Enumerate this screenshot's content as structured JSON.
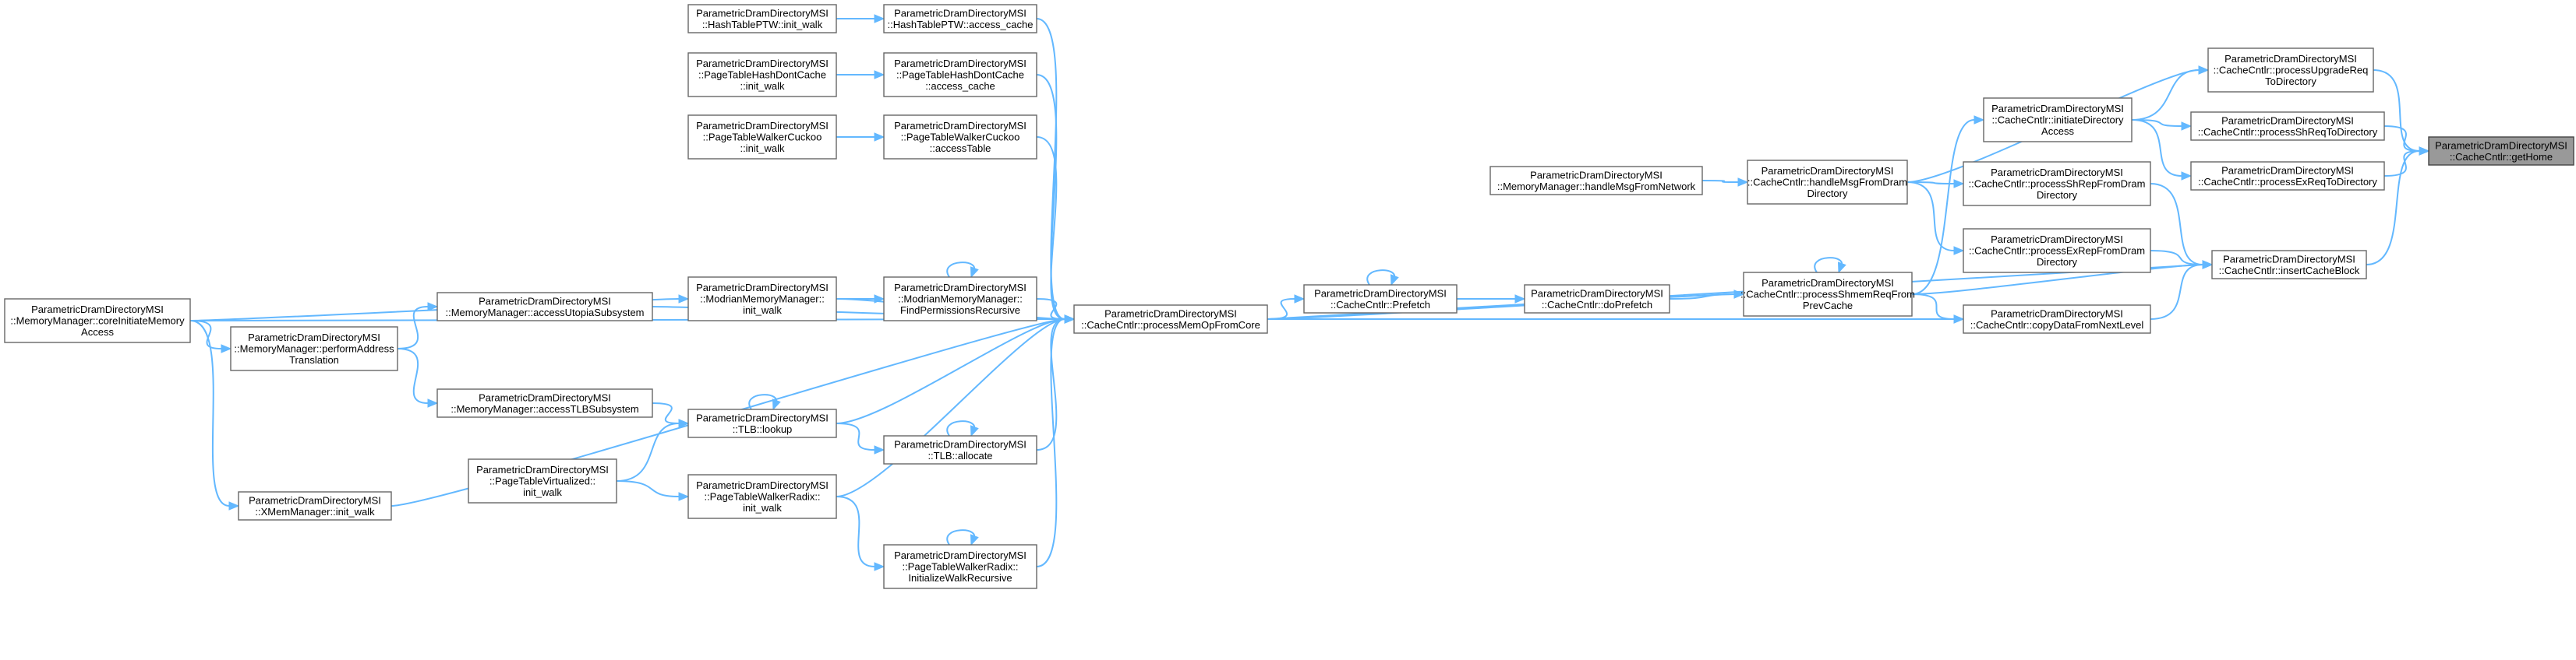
{
  "colors": {
    "edge": "#63b8ff",
    "node_border": "#666666",
    "root_fill": "#999999"
  },
  "nodes": {
    "getHome": [
      "ParametricDramDirectoryMSI",
      "::CacheCntlr::getHome"
    ],
    "processUpgradeReq": [
      "ParametricDramDirectoryMSI",
      "::CacheCntlr::processUpgradeReq",
      "ToDirectory"
    ],
    "processShReqToDir": [
      "ParametricDramDirectoryMSI",
      "::CacheCntlr::processShReqToDirectory"
    ],
    "processExReqToDir": [
      "ParametricDramDirectoryMSI",
      "::CacheCntlr::processExReqToDirectory"
    ],
    "insertCacheBlock": [
      "ParametricDramDirectoryMSI",
      "::CacheCntlr::insertCacheBlock"
    ],
    "initiateDirAccess": [
      "ParametricDramDirectoryMSI",
      "::CacheCntlr::initiateDirectory",
      "Access"
    ],
    "processShRep": [
      "ParametricDramDirectoryMSI",
      "::CacheCntlr::processShRepFromDram",
      "Directory"
    ],
    "processExRep": [
      "ParametricDramDirectoryMSI",
      "::CacheCntlr::processExRepFromDram",
      "Directory"
    ],
    "copyDataFromNextLevel": [
      "ParametricDramDirectoryMSI",
      "::CacheCntlr::copyDataFromNextLevel"
    ],
    "handleMsgFromDram": [
      "ParametricDramDirectoryMSI",
      "::CacheCntlr::handleMsgFromDram",
      "Directory"
    ],
    "processShmemReq": [
      "ParametricDramDirectoryMSI",
      "::CacheCntlr::processShmemReqFrom",
      "PrevCache"
    ],
    "handleMsgFromNetwork": [
      "ParametricDramDirectoryMSI",
      "::MemoryManager::handleMsgFromNetwork"
    ],
    "doPrefetch": [
      "ParametricDramDirectoryMSI",
      "::CacheCntlr::doPrefetch"
    ],
    "prefetch": [
      "ParametricDramDirectoryMSI",
      "::CacheCntlr::Prefetch"
    ],
    "processMemOp": [
      "ParametricDramDirectoryMSI",
      "::CacheCntlr::processMemOpFromCore"
    ],
    "hashAccessCache": [
      "ParametricDramDirectoryMSI",
      "::HashTablePTW::access_cache"
    ],
    "hashInitWalk": [
      "ParametricDramDirectoryMSI",
      "::HashTablePTW::init_walk"
    ],
    "ptHashDontAccess": [
      "ParametricDramDirectoryMSI",
      "::PageTableHashDontCache",
      "::access_cache"
    ],
    "ptHashDontInit": [
      "ParametricDramDirectoryMSI",
      "::PageTableHashDontCache",
      "::init_walk"
    ],
    "cuckooAccessTable": [
      "ParametricDramDirectoryMSI",
      "::PageTableWalkerCuckoo",
      "::accessTable"
    ],
    "cuckooInit": [
      "ParametricDramDirectoryMSI",
      "::PageTableWalkerCuckoo",
      "::init_walk"
    ],
    "modrianFindPerm": [
      "ParametricDramDirectoryMSI",
      "::ModrianMemoryManager::",
      "FindPermissionsRecursive"
    ],
    "modrianInit": [
      "ParametricDramDirectoryMSI",
      "::ModrianMemoryManager::",
      "init_walk"
    ],
    "coreInitiate": [
      "ParametricDramDirectoryMSI",
      "::MemoryManager::coreInitiateMemory",
      "Access"
    ],
    "performAddr": [
      "ParametricDramDirectoryMSI",
      "::MemoryManager::performAddress",
      "Translation"
    ],
    "accessUtopia": [
      "ParametricDramDirectoryMSI",
      "::MemoryManager::accessUtopiaSubsystem"
    ],
    "accessTLB": [
      "ParametricDramDirectoryMSI",
      "::MemoryManager::accessTLBSubsystem"
    ],
    "tlbLookup": [
      "ParametricDramDirectoryMSI",
      "::TLB::lookup"
    ],
    "tlbAllocate": [
      "ParametricDramDirectoryMSI",
      "::TLB::allocate"
    ],
    "ptVirtInit": [
      "ParametricDramDirectoryMSI",
      "::PageTableVirtualized::",
      "init_walk"
    ],
    "radixInit": [
      "ParametricDramDirectoryMSI",
      "::PageTableWalkerRadix::",
      "init_walk"
    ],
    "radixInitRec": [
      "ParametricDramDirectoryMSI",
      "::PageTableWalkerRadix::",
      "InitializeWalkRecursive"
    ],
    "xmemInit": [
      "ParametricDramDirectoryMSI",
      "::XMemManager::init_walk"
    ]
  }
}
